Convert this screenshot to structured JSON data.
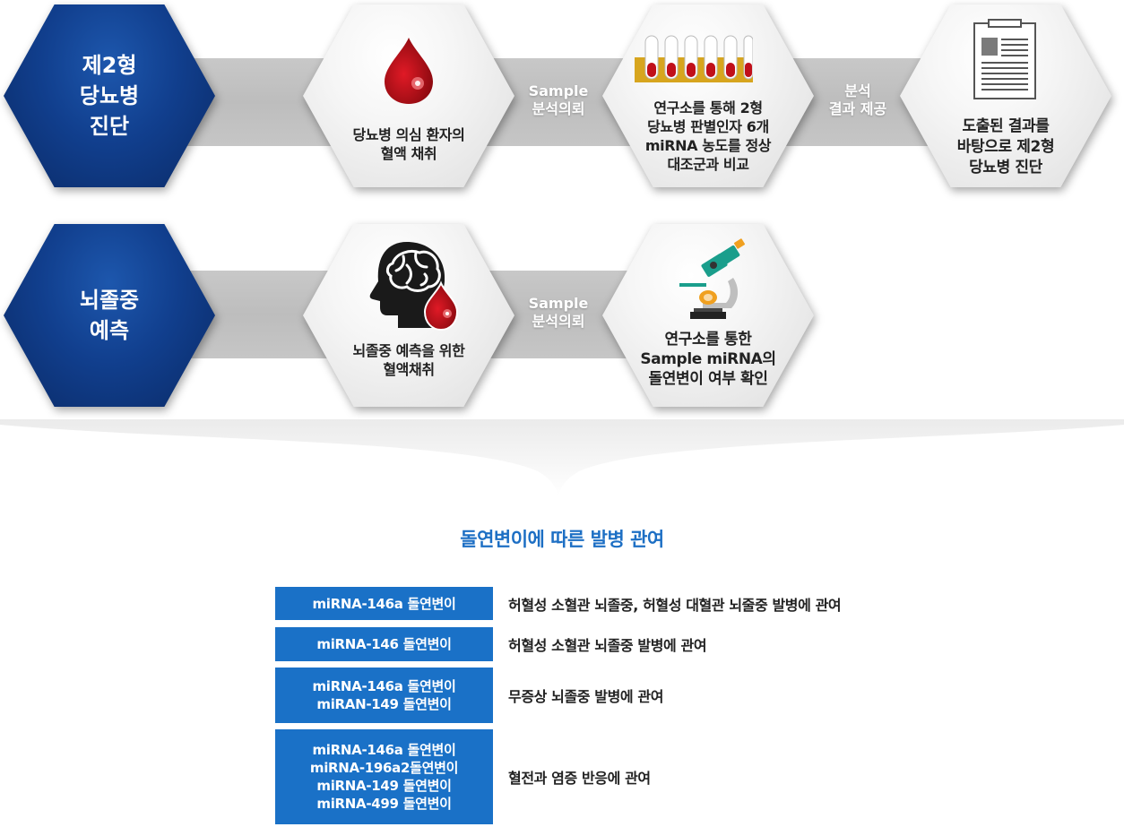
{
  "colors": {
    "primary_blue": "#113f8e",
    "accent_blue": "#1a71c7",
    "band_gray": "#c4c4c4",
    "blood_red": "#c0101a"
  },
  "row1": {
    "title": "제2형\n당뇨병\n진단",
    "step1": {
      "icon": "blood-drop-icon",
      "text": "당뇨병 의심 환자의\n혈액 채취"
    },
    "link1": "Sample\n분석의뢰",
    "step2": {
      "icon": "test-tubes-icon",
      "text": "연구소를 통해 2형\n당뇨병 판별인자 6개\nmiRNA 농도를 정상\n대조군과 비교"
    },
    "link2": "분석\n결과 제공",
    "step3": {
      "icon": "clipboard-report-icon",
      "text": "도출된 결과를\n바탕으로 제2형\n당뇨병 진단"
    }
  },
  "row2": {
    "title": "뇌졸중\n예측",
    "step1": {
      "icon": "head-brain-blood-icon",
      "text": "뇌졸중 예측을 위한\n혈액채취"
    },
    "link1": "Sample\n분석의뢰",
    "step2": {
      "icon": "microscope-icon",
      "text": "연구소를 통한\nSample miRNA의\n돌연변이 여부 확인"
    }
  },
  "mutation_section": {
    "title": "돌연변이에 따른 발병 관여",
    "rows": [
      {
        "label": "miRNA-146a 돌연변이",
        "description": "허혈성 소혈관 뇌졸중, 허혈성 대혈관 뇌줄중 발병에 관여"
      },
      {
        "label": "miRNA-146 돌연변이",
        "description": "허혈성 소혈관 뇌졸중 발병에 관여"
      },
      {
        "label": "miRNA-146a 돌연변이\nmiRAN-149 돌연변이",
        "description": "무증상 뇌졸중 발병에 관여"
      },
      {
        "label": "miRNA-146a 돌연변이\nmiRNA-196a2돌연변이\nmiRNA-149 돌연변이\nmiRNA-499 돌연변이",
        "description": "혈전과 염증 반응에 관여"
      }
    ]
  }
}
